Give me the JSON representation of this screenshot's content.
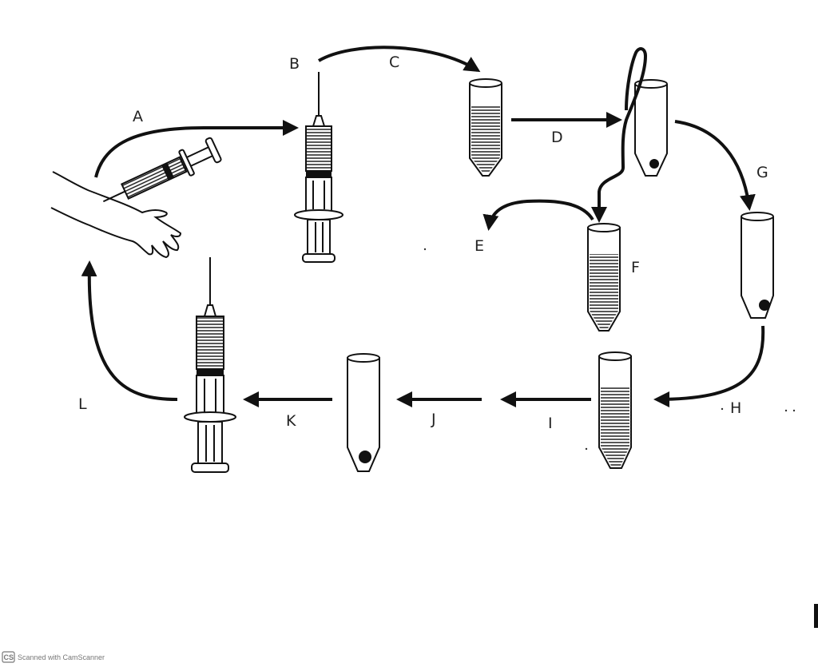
{
  "labels": {
    "A": "A",
    "B": "B",
    "C": "C",
    "D": "D",
    "E": "E",
    "F": "F",
    "G": "G",
    "H": "H",
    "I": "I",
    "J": "J",
    "K": "K",
    "L": "L"
  },
  "watermark": {
    "logo": "CS",
    "text": "Scanned with CamScanner"
  }
}
